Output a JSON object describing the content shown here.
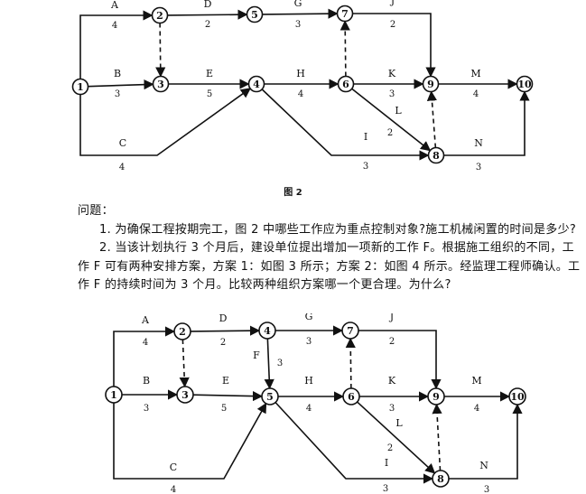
{
  "figure2": {
    "caption": "图 2",
    "nodes": [
      {
        "id": "1",
        "label": "1"
      },
      {
        "id": "2",
        "label": "2"
      },
      {
        "id": "3",
        "label": "3"
      },
      {
        "id": "4",
        "label": "4"
      },
      {
        "id": "5",
        "label": "5"
      },
      {
        "id": "6",
        "label": "6"
      },
      {
        "id": "7",
        "label": "7"
      },
      {
        "id": "8",
        "label": "8"
      },
      {
        "id": "9",
        "label": "9"
      },
      {
        "id": "10",
        "label": "10"
      }
    ],
    "activities": [
      {
        "name": "A",
        "duration": "4",
        "from": "1",
        "to": "2"
      },
      {
        "name": "B",
        "duration": "3",
        "from": "1",
        "to": "3"
      },
      {
        "name": "C",
        "duration": "4",
        "from": "1",
        "to": "4"
      },
      {
        "name": "D",
        "duration": "2",
        "from": "2",
        "to": "5"
      },
      {
        "name": "E",
        "duration": "5",
        "from": "3",
        "to": "4"
      },
      {
        "name": "G",
        "duration": "3",
        "from": "5",
        "to": "7"
      },
      {
        "name": "H",
        "duration": "4",
        "from": "4",
        "to": "6"
      },
      {
        "name": "I",
        "duration": "3",
        "from": "4",
        "to": "8"
      },
      {
        "name": "J",
        "duration": "2",
        "from": "7",
        "to": "9"
      },
      {
        "name": "K",
        "duration": "3",
        "from": "6",
        "to": "9"
      },
      {
        "name": "L",
        "duration": "2",
        "from": "6",
        "to": "8"
      },
      {
        "name": "M",
        "duration": "4",
        "from": "9",
        "to": "10"
      },
      {
        "name": "N",
        "duration": "3",
        "from": "8",
        "to": "10"
      }
    ],
    "dummies": [
      {
        "from": "2",
        "to": "3"
      },
      {
        "from": "6",
        "to": "7"
      },
      {
        "from": "8",
        "to": "9"
      }
    ]
  },
  "questions": {
    "heading": "问题：",
    "q1": "1. 为确保工程按期完工，图 2 中哪些工作应为重点控制对象?施工机械闲置的时间是多少?",
    "q2": "2. 当该计划执行 3 个月后，建设单位提出增加一项新的工作 F。根据施工组织的不同，工作 F 可有两种安排方案，方案 1：如图 3 所示；方案 2：如图 4 所示。经监理工程师确认。工作 F 的持续时间为 3 个月。比较两种组织方案哪一个更合理。为什么?"
  },
  "figure3": {
    "nodes": [
      {
        "id": "1",
        "label": "1"
      },
      {
        "id": "2",
        "label": "2"
      },
      {
        "id": "3",
        "label": "3"
      },
      {
        "id": "4",
        "label": "4"
      },
      {
        "id": "5",
        "label": "5"
      },
      {
        "id": "6",
        "label": "6"
      },
      {
        "id": "7",
        "label": "7"
      },
      {
        "id": "8",
        "label": "8"
      },
      {
        "id": "9",
        "label": "9"
      },
      {
        "id": "10",
        "label": "10"
      }
    ],
    "activities": [
      {
        "name": "A",
        "duration": "4",
        "from": "1",
        "to": "2"
      },
      {
        "name": "B",
        "duration": "3",
        "from": "1",
        "to": "3"
      },
      {
        "name": "C",
        "duration": "4",
        "from": "1",
        "to": "5"
      },
      {
        "name": "D",
        "duration": "2",
        "from": "2",
        "to": "4"
      },
      {
        "name": "E",
        "duration": "5",
        "from": "3",
        "to": "5"
      },
      {
        "name": "F",
        "duration": "3",
        "from": "4",
        "to": "5"
      },
      {
        "name": "G",
        "duration": "3",
        "from": "4",
        "to": "7"
      },
      {
        "name": "H",
        "duration": "4",
        "from": "5",
        "to": "6"
      },
      {
        "name": "I",
        "duration": "3",
        "from": "5",
        "to": "8"
      },
      {
        "name": "J",
        "duration": "2",
        "from": "7",
        "to": "9"
      },
      {
        "name": "K",
        "duration": "3",
        "from": "6",
        "to": "9"
      },
      {
        "name": "L",
        "duration": "2",
        "from": "6",
        "to": "8"
      },
      {
        "name": "M",
        "duration": "4",
        "from": "9",
        "to": "10"
      },
      {
        "name": "N",
        "duration": "3",
        "from": "8",
        "to": "10"
      }
    ],
    "dummies": [
      {
        "from": "2",
        "to": "3"
      },
      {
        "from": "6",
        "to": "7"
      },
      {
        "from": "8",
        "to": "9"
      }
    ]
  }
}
